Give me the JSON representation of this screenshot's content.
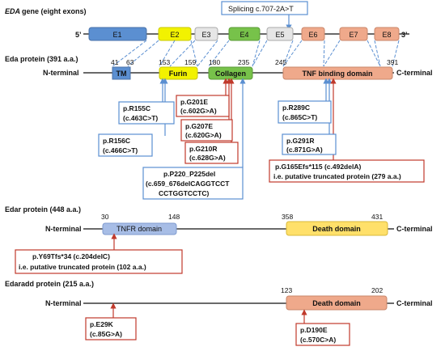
{
  "eda_gene": {
    "title_italic": "EDA",
    "title_rest": " gene (eight exons)",
    "five_prime": "5’",
    "three_prime": "3’",
    "exons": [
      "E1",
      "E2",
      "E3",
      "E4",
      "E5",
      "E6",
      "E7",
      "E8"
    ],
    "splicing": "Splicing c.707-2A>T"
  },
  "eda_protein": {
    "title": "Eda protein (391 a.a.)",
    "n_term": "N-terminal",
    "c_term": "C-terminal",
    "positions": [
      "41",
      "63",
      "153",
      "159",
      "180",
      "235",
      "245",
      "391"
    ],
    "domains": {
      "tm": "TM",
      "furin": "Furin",
      "collagen": "Collagen",
      "tnf": "TNF binding domain"
    },
    "mutations": {
      "r155c": [
        "p.R155C",
        "(c.463C>T)"
      ],
      "r156c": [
        "p.R156C",
        "(c.466C>T)"
      ],
      "g201e": [
        "p.G201E",
        "(c.602G>A)"
      ],
      "g207e": [
        "p.G207E",
        "(c.620G>A)"
      ],
      "g210r": [
        "p.G210R",
        "(c.628G>A)"
      ],
      "p220": [
        "p.P220_P225del",
        "(c.659_676delCAGGTCCT",
        "CCTGGTCCTC)"
      ],
      "r289c": [
        "p.R289C",
        "(c.865C>T)"
      ],
      "g291r": [
        "p.G291R",
        "(c.871G>A)"
      ],
      "g165": [
        "p.G165Efs*115 (c.492delA)",
        "i.e. putative truncated protein (279 a.a.)"
      ]
    }
  },
  "edar_protein": {
    "title": "Edar protein (448 a.a.)",
    "n_term": "N-terminal",
    "c_term": "C-terminal",
    "positions": [
      "30",
      "148",
      "358",
      "431"
    ],
    "domains": {
      "tnfr": "TNFR domain",
      "death": "Death domain"
    },
    "mutation": [
      "p.Y69Tfs*34 (c.204delC)",
      "i.e. putative truncated protein (102 a.a.)"
    ]
  },
  "edaradd_protein": {
    "title": "Edaradd protein (215 a.a.)",
    "n_term": "N-terminal",
    "c_term": "C-terminal",
    "positions": [
      "123",
      "202"
    ],
    "domains": {
      "death": "Death domain"
    },
    "mutations": {
      "e29k": [
        "p.E29K",
        "(c.85G>A)"
      ],
      "d190e": [
        "p.D190E",
        "(c.570C>A)"
      ]
    }
  },
  "colors": {
    "e1": "#5b8fd1",
    "e2": "#f2f200",
    "e3": "#e6e6e6",
    "e4": "#77c24a",
    "e5": "#e6e6e6",
    "e678": "#efa98b",
    "tm": "#5b8fd1",
    "tnfr": "#a7bde6",
    "death_edar": "#ffe06a",
    "death_edaradd": "#efa98b",
    "blue_box": "#5b8fd1",
    "red_box": "#c0392b"
  }
}
